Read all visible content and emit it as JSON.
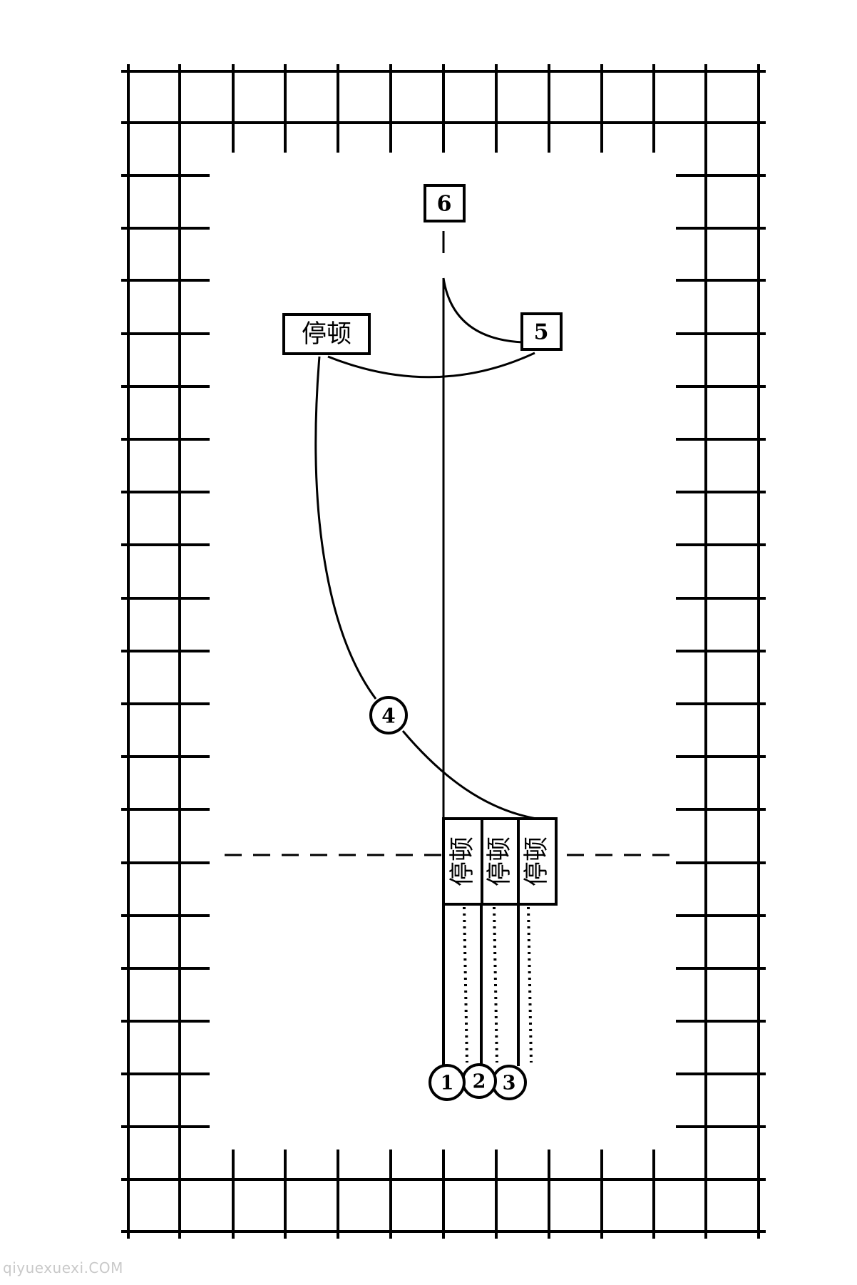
{
  "diagram": {
    "ink_color": "#000000",
    "paper_color": "#ffffff",
    "watermark_color": "#c9c9c9",
    "markers": {
      "m6": "6",
      "m5": "5",
      "m4": "4",
      "m1": "1",
      "m2": "2",
      "m3": "3"
    },
    "pause_label": "停顿",
    "vertical_pause_labels": [
      "停顿",
      "停顿",
      "停顿"
    ],
    "watermark": "qiyuexuexi.COM"
  }
}
